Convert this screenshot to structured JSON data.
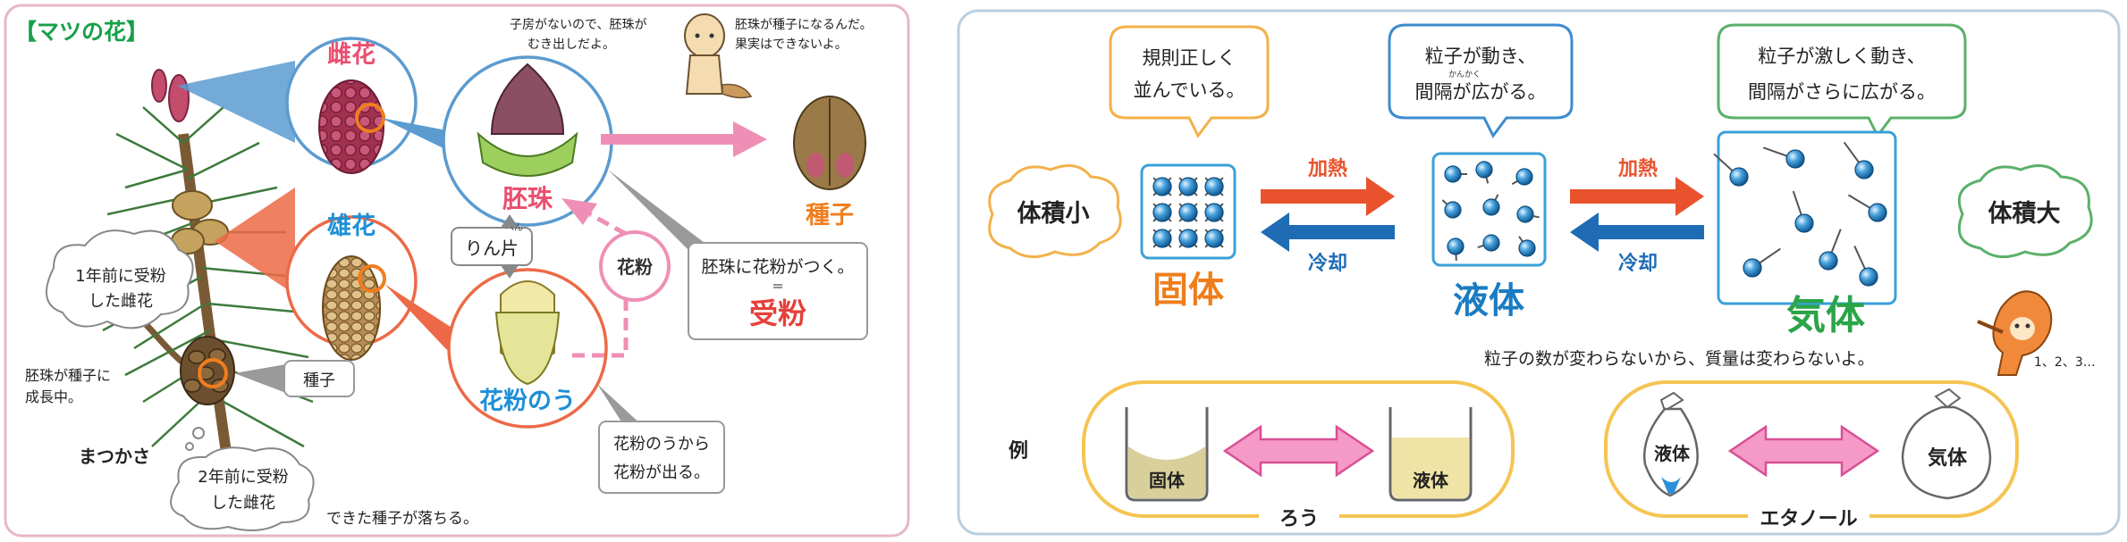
{
  "left_panel": {
    "title": "【マツの花】",
    "female_flower": "雌花",
    "male_flower": "雄花",
    "ovule": "胚珠",
    "pollen_sac": "花粉のう",
    "scale": "りん片",
    "scale_ruby": "ぺん",
    "pollen": "花粉",
    "seed": "種子",
    "seed_callout": "種子",
    "cone": "まつかさ",
    "growing_note": [
      "胚珠が種子に",
      "成長中。"
    ],
    "one_year": [
      "1年前に受粉",
      "した雌花"
    ],
    "two_year": [
      "2年前に受粉",
      "した雌花"
    ],
    "seed_falls": "できた種子が落ちる。",
    "pollen_attach": "胚珠に花粉がつく。",
    "equals": "＝",
    "pollination": "受粉",
    "pollen_out": [
      "花粉のうから",
      "花粉が出る。"
    ],
    "speech_1": [
      "子房がないので、胚珠が",
      "むき出しだよ。"
    ],
    "speech_2": [
      "胚珠が種子になるんだ。",
      "果実はできないよ。"
    ]
  },
  "right_panel": {
    "bubble_solid": [
      "規則正しく",
      "並んでいる。"
    ],
    "bubble_liquid": [
      "粒子が動き、",
      "間隔が広がる。"
    ],
    "bubble_liquid_ruby": "かんかく",
    "bubble_gas": [
      "粒子が激しく動き、",
      "間隔がさらに広がる。"
    ],
    "volume_small": "体積小",
    "volume_large": "体積大",
    "solid": "固体",
    "liquid": "液体",
    "gas": "気体",
    "heat": "加熱",
    "cool": "冷却",
    "mass_note": "粒子の数が変わらないから、質量は変わらないよ。",
    "counting": "1、2、3…",
    "example_label": "例",
    "wax": "ろう",
    "ethanol": "エタノール",
    "beaker_solid": "固体",
    "beaker_liquid": "液体",
    "bag_liquid": "液体",
    "bag_gas": "気体"
  },
  "colors": {
    "pink_border": "#e7b7c3",
    "blue_border": "#b9cfe0",
    "female_blue": "#5b9bd0",
    "male_red": "#ec6a47",
    "pink_arrow": "#ef8fb6",
    "orange": "#f07e1f",
    "heat_red": "#e8532d",
    "cool_blue": "#1f6cb5",
    "solid_orange": "#ef7d1b",
    "liquid_blue": "#1a7cc1",
    "gas_green": "#2aa548",
    "yellow_frame": "#f5c453"
  }
}
